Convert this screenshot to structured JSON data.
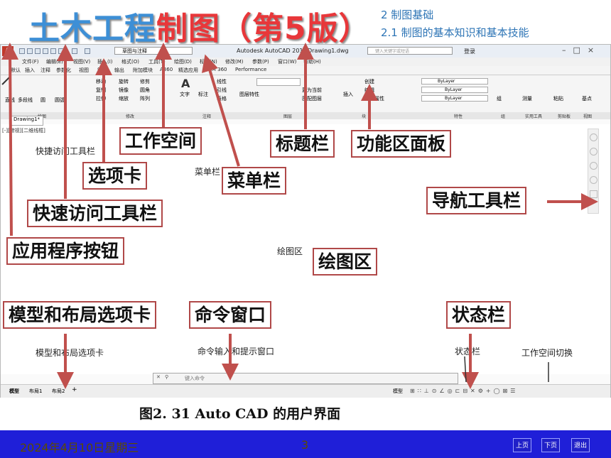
{
  "slide": {
    "title_blue": "土木工程",
    "title_red": "制图（第5版）",
    "subtitle_1": "2   制图基础",
    "subtitle_2": "2.1  制图的基本知识和基本技能"
  },
  "acad": {
    "title_bar": "Autodesk AutoCAD 2019",
    "file_name": "Drawing1.dwg",
    "workspace": "草图与注释",
    "search_placeholder": "键入关键字或短语",
    "login": "登录",
    "menu": [
      "文件(F)",
      "编辑(E)",
      "视图(V)",
      "插入(I)",
      "格式(O)",
      "工具(T)",
      "绘图(D)",
      "标注(N)",
      "修改(M)",
      "参数(P)",
      "窗口(W)",
      "帮助(H)"
    ],
    "ribbon_tabs": [
      "默认",
      "插入",
      "注释",
      "参数化",
      "视图",
      "管理",
      "输出",
      "附加模块",
      "A360",
      "精选应用",
      "BIM 360",
      "Performance"
    ],
    "panel_titles": [
      "绘图",
      "修改",
      "注释",
      "图层",
      "块",
      "特性",
      "组",
      "实用工具",
      "剪贴板",
      "视图"
    ],
    "draw_tools": [
      "直线",
      "多段线",
      "圆",
      "圆弧"
    ],
    "modify_tools": [
      "移动",
      "旋转",
      "修剪",
      "复制",
      "镜像",
      "圆角",
      "拉伸",
      "缩放",
      "阵列"
    ],
    "annotation_tools": [
      "文字",
      "标注",
      "线性",
      "引线",
      "表格"
    ],
    "layer_tools": [
      "图层特性",
      "置为当前",
      "匹配图层"
    ],
    "block_tools": [
      "插入",
      "创建",
      "编辑",
      "编辑属性"
    ],
    "properties": [
      "ByLayer",
      "ByLayer",
      "ByLayer"
    ],
    "right_tools": [
      "组",
      "测量",
      "粘贴",
      "基点"
    ],
    "doc_tab": "Drawing1*",
    "viewport_label": "[-][俯视][二维线框]",
    "command_placeholder": "键入命令",
    "layout_tabs": [
      "模型",
      "布局1",
      "布局2"
    ],
    "status_model": "模型"
  },
  "callouts": {
    "workspace": "工作空间",
    "title_bar": "标题栏",
    "ribbon_panel": "功能区面板",
    "tabs": "选项卡",
    "menu_bar": "菜单栏",
    "nav_bar": "导航工具栏",
    "quick_access": "快速访问工具栏",
    "app_button": "应用程序按钮",
    "drawing_area": "绘图区",
    "model_layout": "模型和布局选项卡",
    "command_window": "命令窗口",
    "status_bar": "状态栏"
  },
  "handwritten": {
    "quick_access": "快捷访问工具栏",
    "menu_bar": "菜单栏",
    "drawing_area": "绘图区",
    "model_layout": "模型和布局选项卡",
    "command_window": "命令输入和提示窗口",
    "status_bar": "状态栏",
    "workspace_switch": "工作空间切换"
  },
  "caption": "图2. 31  Auto CAD 的用户界面",
  "footer": {
    "date": "2024年4月10日星期三",
    "page": "3",
    "prev": "上页",
    "next": "下页",
    "exit": "退出"
  },
  "colors": {
    "title_blue": "#3d8fd6",
    "title_red": "#e8373a",
    "callout_border": "#b04848",
    "arrow": "#c0504d",
    "footer_bg": "#1f1fd8"
  }
}
